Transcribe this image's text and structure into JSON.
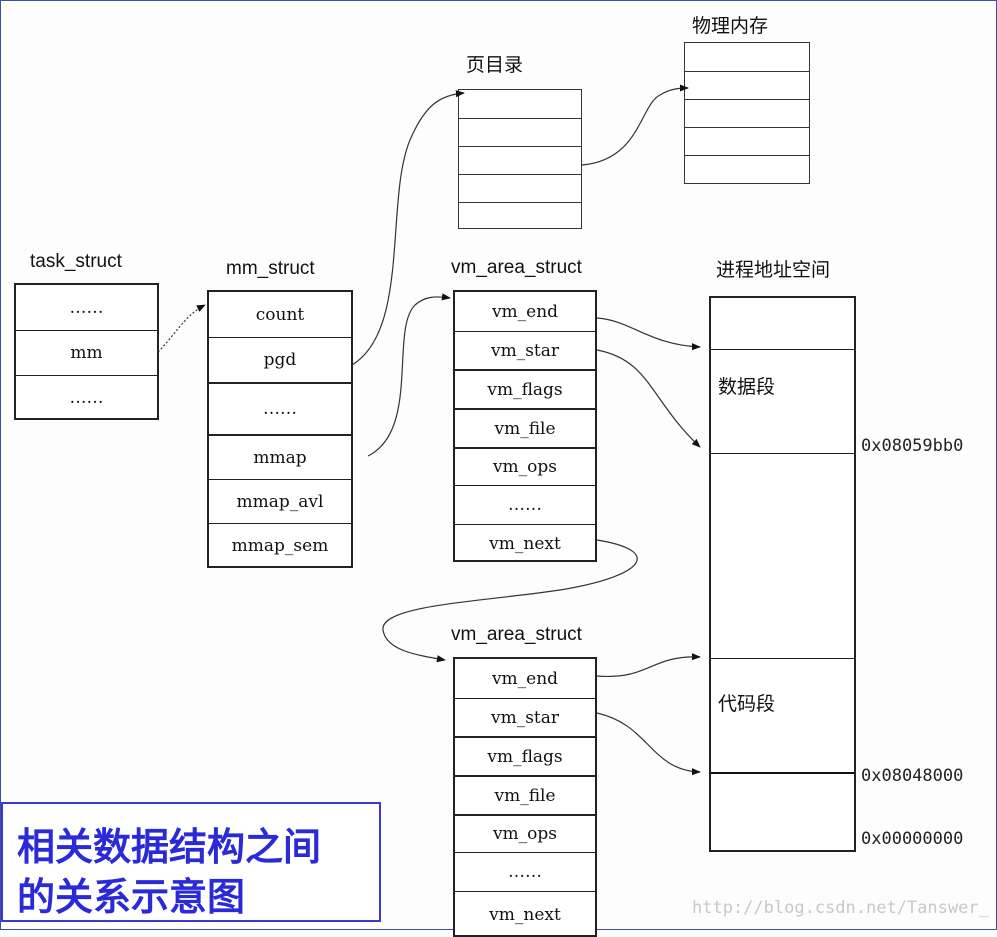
{
  "labels": {
    "task_struct": "task_struct",
    "mm_struct": "mm_struct",
    "vm_area_struct_1": "vm_area_struct",
    "vm_area_struct_2": "vm_area_struct",
    "page_directory": "页目录",
    "physical_memory": "物理内存",
    "process_address_space": "进程地址空间"
  },
  "task_struct": {
    "fields": [
      "……",
      "mm",
      "……"
    ]
  },
  "mm_struct": {
    "fields": [
      "count",
      "pgd",
      "……",
      "mmap",
      "mmap_avl",
      "mmap_sem"
    ]
  },
  "vm_area_1": {
    "fields": [
      "vm_end",
      "vm_star",
      "vm_flags",
      "vm_file",
      "vm_ops",
      "……",
      "vm_next"
    ]
  },
  "vm_area_2": {
    "fields": [
      "vm_end",
      "vm_star",
      "vm_flags",
      "vm_file",
      "vm_ops",
      "……",
      "vm_next"
    ]
  },
  "address_space": {
    "data_segment": "数据段",
    "code_segment": "代码段",
    "addr_data_start": "0x08059bb0",
    "addr_code_start": "0x08048000",
    "addr_zero": "0x00000000"
  },
  "caption": {
    "line1": "相关数据结构之间",
    "line2": "的关系示意图"
  },
  "watermark": "http://blog.csdn.net/Tanswer_",
  "colors": {
    "caption_text": "#2a2ad8",
    "caption_border": "#3a3ad0",
    "frame": "#3b4fa8"
  }
}
